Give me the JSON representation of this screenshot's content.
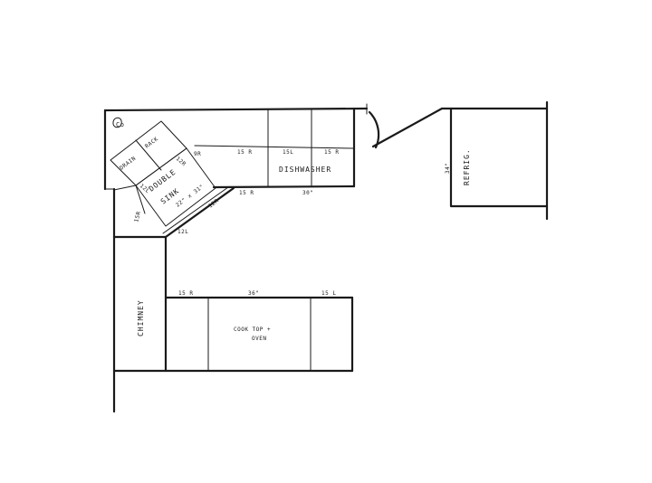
{
  "labels": {
    "corner_mark": "Co",
    "drain": "DRAIN",
    "rack": "RACK",
    "double": "DOUBLE",
    "sink": "SINK",
    "sink_dims": "22\" x 31\"",
    "sink_12l": "12L",
    "sink_12r_top": "12R",
    "sink_side_15r": "15R",
    "sink_corner_9": "9R",
    "upper_15r": "15 R",
    "upper_15l": "15L",
    "upper_15r_b": "15 R",
    "dishwasher": "DISHWASHER",
    "upper_15r_low": "15 R",
    "upper_30": "30\"",
    "diag_12r": "12R",
    "diag_12l": "12L",
    "refrig": "REFRIG.",
    "refrig_34": "34\"",
    "chimney": "CHIMNEY",
    "lower_15r": "15 R",
    "lower_36": "36\"",
    "lower_15l": "15 L",
    "cooktop": "COOK TOP +",
    "oven": "OVEN"
  }
}
